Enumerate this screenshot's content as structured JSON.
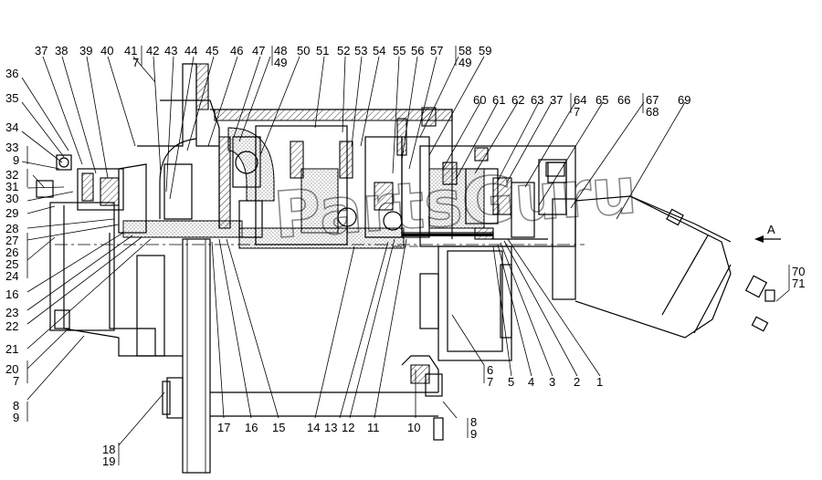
{
  "figure": {
    "view_label": "A",
    "watermark": "PartsGuru"
  },
  "callouts": {
    "top": [
      "37",
      "38",
      "39",
      "40",
      "41",
      "7",
      "42",
      "43",
      "44",
      "45",
      "46",
      "47",
      "48",
      "49",
      "50",
      "51",
      "52",
      "53",
      "54",
      "55",
      "56",
      "57",
      "58",
      "49",
      "59",
      "60",
      "61",
      "62",
      "63",
      "37",
      "64",
      "7",
      "65",
      "66",
      "67",
      "68",
      "69"
    ],
    "left": [
      "36",
      "35",
      "34",
      "33",
      "9",
      "32",
      "31",
      "30",
      "29",
      "28",
      "27",
      "26",
      "25",
      "24",
      "16",
      "23",
      "22",
      "21",
      "20",
      "7",
      "8",
      "9",
      "18",
      "19"
    ],
    "bottom": [
      "17",
      "16",
      "15",
      "14",
      "13",
      "12",
      "11",
      "10",
      "8",
      "9",
      "6",
      "7",
      "5",
      "4",
      "3",
      "2",
      "1",
      "70",
      "71"
    ]
  }
}
